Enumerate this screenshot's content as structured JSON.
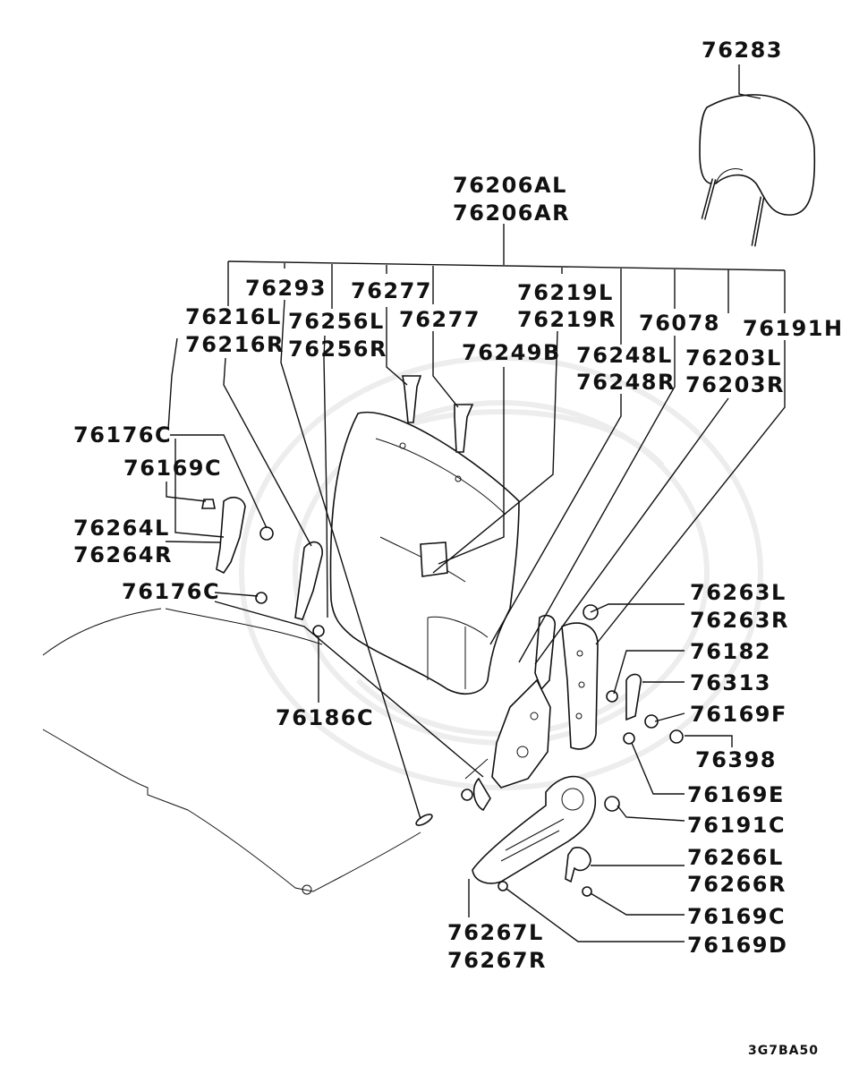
{
  "diagram": {
    "drawing_code": "3G7BA50",
    "labels": {
      "p76283": "76283",
      "p76206AL": "76206AL",
      "p76206AR": "76206AR",
      "p76293": "76293",
      "p76277a": "76277",
      "p76219L": "76219L",
      "p76219R": "76219R",
      "p76216L": "76216L",
      "p76216R": "76216R",
      "p76256L": "76256L",
      "p76256R": "76256R",
      "p76277b": "76277",
      "p76078": "76078",
      "p76191H": "76191H",
      "p76249B": "76249B",
      "p76248L": "76248L",
      "p76248R": "76248R",
      "p76203L": "76203L",
      "p76203R": "76203R",
      "p76176Ca": "76176C",
      "p76169Ca": "76169C",
      "p76264L": "76264L",
      "p76264R": "76264R",
      "p76176Cb": "76176C",
      "p76186C": "76186C",
      "p76263L": "76263L",
      "p76263R": "76263R",
      "p76182": "76182",
      "p76313": "76313",
      "p76169F": "76169F",
      "p76398": "76398",
      "p76169E": "76169E",
      "p76191C": "76191C",
      "p76266L": "76266L",
      "p76266R": "76266R",
      "p76169Cb": "76169C",
      "p76169D": "76169D",
      "p76267L": "76267L",
      "p76267R": "76267R"
    }
  }
}
